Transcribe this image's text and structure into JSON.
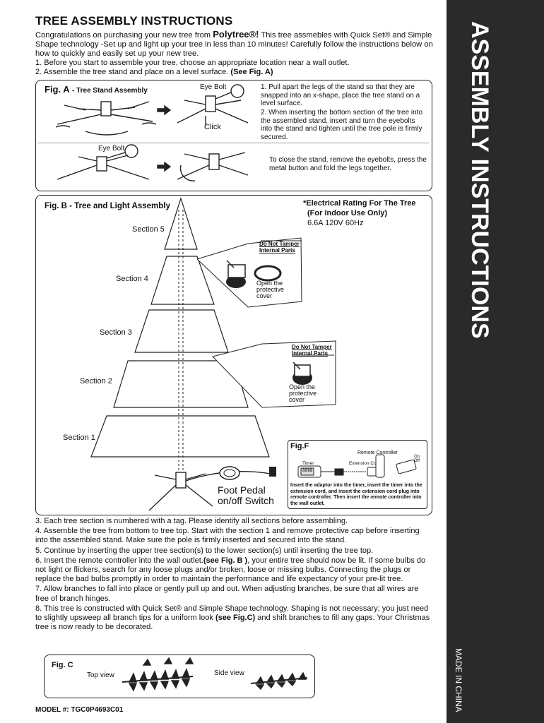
{
  "header": {
    "title": "TREE ASSEMBLY INSTRUCTIONS",
    "intro_pre": "Congratulations on purchasing your new tree from ",
    "brand": "Polytree®!",
    "intro_post": " This tree assmebles with Quick Set® and Simple Shape technology -Set up and light up your tree in less than 10 minutes! Carefully follow the instructions below on how to quickly and easily set up your new tree.",
    "step1": "1. Before you start to assemble your tree, choose an appropriate location near a wall outlet.",
    "step2_pre": "2. Assemble the tree stand and place on a level surface. ",
    "step2_ref": "(See Fig. A)"
  },
  "side": {
    "title": "ASSEMBLY INSTRUCTIONS",
    "made_in": "MADE IN CHINA"
  },
  "fig_a": {
    "label": "Fig. A",
    "sublabel": "- Tree Stand Assembly",
    "eye_bolt_1": "Eye Bolt",
    "eye_bolt_2": "Eye Bolt",
    "click": "Click",
    "instr1": "1. Pull apart the legs of the stand so that they are snapped into an x-shape, place the tree stand on a level surface.",
    "instr2": "2. When inserting the bottom section of the tree into the assembled stand, insert and turn the eyebolts into the stand and tighten until the tree pole is firmly secured.",
    "close_note": "To close the stand, remove the eyebolts, press the metal button and fold the legs together."
  },
  "fig_b": {
    "label": "Fig. B - Tree and Light Assembly",
    "rating_title": "*Electrical Rating For The Tree",
    "rating_sub": "(For Indoor Use Only)",
    "rating_value": "6.6A 120V 60Hz",
    "sections": [
      "Section 5",
      "Section 4",
      "Section 3",
      "Section 2",
      "Section 1"
    ],
    "tamper": "Do Not Tamper Internal Parts",
    "open_cover": "Open the protective cover",
    "foot_pedal": "Foot Pedal on/off Switch"
  },
  "fig_f": {
    "label": "Fig.F",
    "remote": "Remote Controller",
    "timer": "Timer",
    "extension": "Extension Cord",
    "on_off": "On Off",
    "timer_display": "8888",
    "instructions": "Insert the adaptor into the timer, insert the timer into the extension cord, and insert the extension cord plug into remote controller. Then insert the remote controller into the wall outlet."
  },
  "steps_lower": [
    {
      "num": "3.",
      "text": "Each tree section is numbered with a tag. Please identify all sections before assembling."
    },
    {
      "num": "4.",
      "text": "Assemble the tree from bottom to tree top. Start with the section 1 and remove protective cap before inserting into the assembled stand. Make sure the pole is firmly inserted and secured into the stand."
    },
    {
      "num": "5.",
      "text": "Continue by inserting the upper tree section(s) to the lower section(s) until inserting the tree top."
    },
    {
      "num": "6.",
      "pre": "Insert the remote controller into the wall outlet.",
      "ref": "(see Fig. B )",
      "post": ", your entire tree should now be lit. If some bulbs do not light or flickers, search for any loose plugs and/or broken, loose or missing bulbs. Connecting the plugs or replace the bad bulbs promptly in order to maintain the performance and life expectancy of your pre-lit tree."
    },
    {
      "num": "7.",
      "text": "Allow branches to fall into place or gently pull up and out. When adjusting branches, be sure that all wires are free of branch hinges."
    },
    {
      "num": "8.",
      "pre": " This tree is constructed with Quick Set® and Simple Shape technology. Shaping is not necessary; you just need to slightly upsweep all branch tips for a uniform look ",
      "ref": "(see Fig.C)",
      "post": " and shift branches to fill any gaps. Your Christmas tree is now ready to be decorated."
    }
  ],
  "fig_c": {
    "label": "Fig. C",
    "top_view": "Top view",
    "side_view": "Side view"
  },
  "model": "MODEL #: TGC0P4693C01"
}
